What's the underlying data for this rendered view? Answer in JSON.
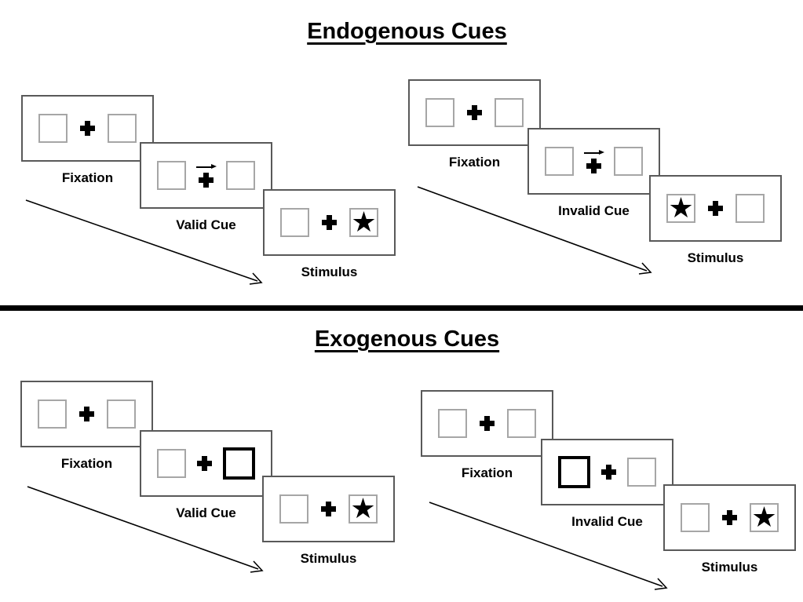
{
  "figure": {
    "sections": [
      {
        "title": "Endogenous Cues",
        "groups": [
          {
            "condition": "valid",
            "panels": [
              {
                "label": "Fixation"
              },
              {
                "label": "Valid Cue"
              },
              {
                "label": "Stimulus"
              }
            ]
          },
          {
            "condition": "invalid",
            "panels": [
              {
                "label": "Fixation"
              },
              {
                "label": "Invalid Cue"
              },
              {
                "label": "Stimulus"
              }
            ]
          }
        ]
      },
      {
        "title": "Exogenous Cues",
        "groups": [
          {
            "condition": "valid",
            "panels": [
              {
                "label": "Fixation"
              },
              {
                "label": "Valid Cue"
              },
              {
                "label": "Stimulus"
              }
            ]
          },
          {
            "condition": "invalid",
            "panels": [
              {
                "label": "Fixation"
              },
              {
                "label": "Invalid Cue"
              },
              {
                "label": "Stimulus"
              }
            ]
          }
        ]
      }
    ],
    "icons": {
      "star": "★"
    },
    "colors": {
      "frame_border": "#595959",
      "box_border": "#a6a6a6",
      "exogenous_cue_border": "#000000",
      "ink": "#000000",
      "background": "#ffffff"
    }
  }
}
